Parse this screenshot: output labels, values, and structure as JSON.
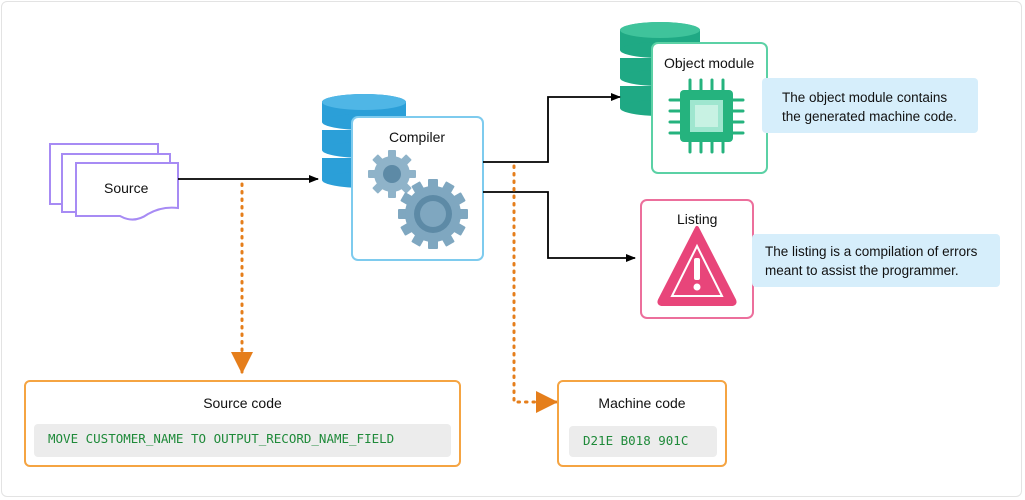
{
  "nodes": {
    "source": {
      "label": "Source"
    },
    "compiler": {
      "label": "Compiler"
    },
    "object_module": {
      "label": "Object module"
    },
    "listing": {
      "label": "Listing"
    }
  },
  "callouts": {
    "object_module": {
      "line1": "The object module contains",
      "line2": "the generated machine code."
    },
    "listing": {
      "line1": "The listing is a compilation of errors",
      "line2": "meant to assist the programmer."
    }
  },
  "source_code": {
    "title": "Source code",
    "code": "MOVE CUSTOMER_NAME TO OUTPUT_RECORD_NAME_FIELD"
  },
  "machine_code": {
    "title": "Machine code",
    "code": "D21E B018 901C"
  },
  "colors": {
    "arrow": "#000000",
    "dotted_arrow": "#e57e1b",
    "compiler_border": "#7ecbee",
    "object_border": "#5bd1a5",
    "listing_border": "#ec6f9c",
    "database": "#2b9fd8",
    "database_green": "#1fa984",
    "gear": "#7fa7c0",
    "chip": "#25b37e",
    "warning": "#e8457a",
    "callout_bg": "#d6eefb",
    "code_border": "#f5a442",
    "code_text": "#1f8a3a"
  }
}
